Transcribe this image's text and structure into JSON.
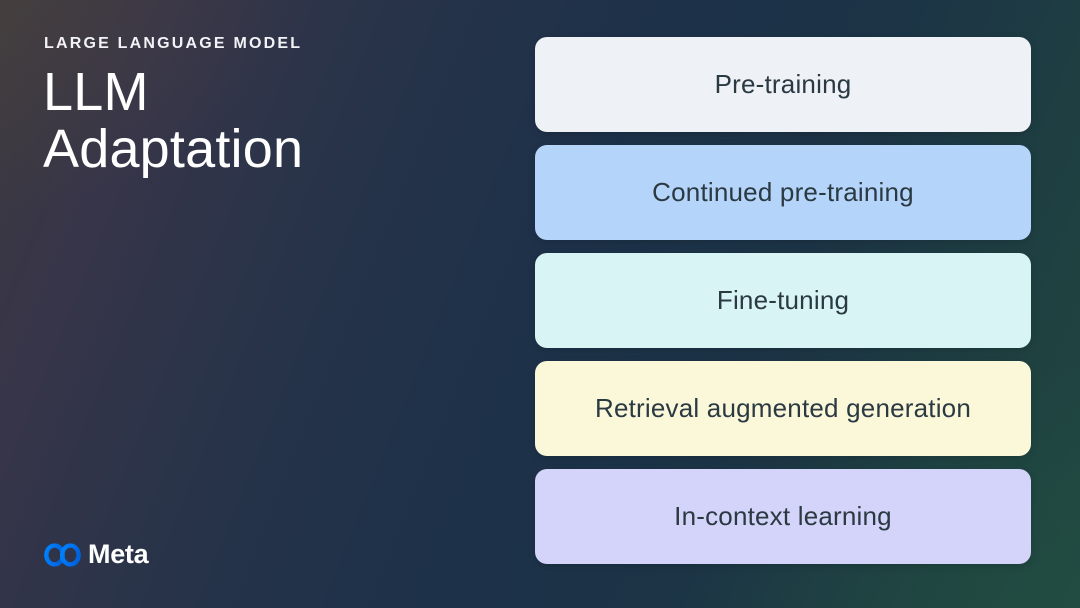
{
  "slide": {
    "eyebrow": "LARGE LANGUAGE MODEL",
    "title_line1": "LLM",
    "title_line2": "Adaptation",
    "footer": {
      "logo_icon": "meta-infinity-icon",
      "logo_text": "Meta"
    }
  },
  "cards": [
    {
      "label": "Pre-training",
      "bg": "#eef1f6"
    },
    {
      "label": "Continued pre-training",
      "bg": "#b4d4f9"
    },
    {
      "label": "Fine-tuning",
      "bg": "#d8f4f5"
    },
    {
      "label": "Retrieval augmented generation",
      "bg": "#fbf8da"
    },
    {
      "label": "In-context learning",
      "bg": "#d4d3f9"
    }
  ],
  "colors": {
    "card_text": "#2a3942",
    "title_text": "#ffffff",
    "background_corner_top_left": "#3d3a3e",
    "background_navy": "#1d3149",
    "background_corner_bottom_right": "#214641",
    "meta_blue_light": "#0082fb",
    "meta_blue_dark": "#0064e0"
  }
}
